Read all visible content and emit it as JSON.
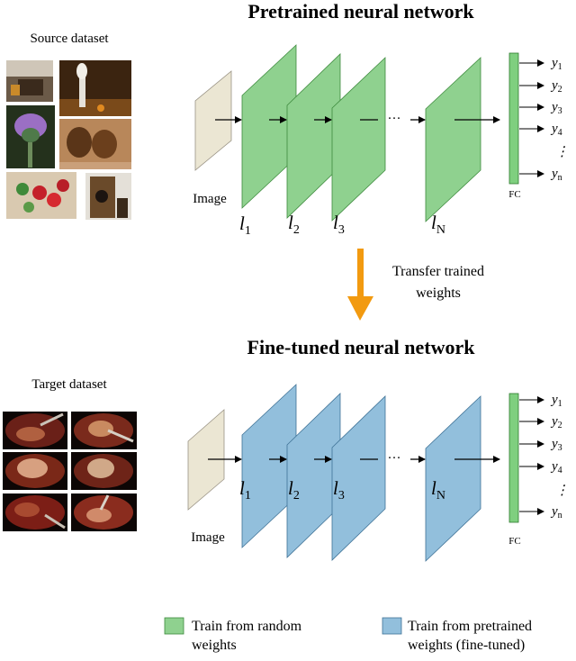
{
  "top": {
    "title": "Pretrained neural network",
    "dataset_label": "Source dataset",
    "image_label": "Image",
    "fc_label": "FC",
    "ellipsis": "···"
  },
  "bottom": {
    "title": "Fine-tuned neural network",
    "dataset_label": "Target dataset",
    "image_label": "Image",
    "fc_label": "FC",
    "ellipsis": "···"
  },
  "layers": [
    {
      "base": "l",
      "sub": "1"
    },
    {
      "base": "l",
      "sub": "2"
    },
    {
      "base": "l",
      "sub": "3"
    },
    {
      "base": "l",
      "sub": "N"
    }
  ],
  "outputs": [
    {
      "base": "y",
      "sub": "1"
    },
    {
      "base": "y",
      "sub": "2"
    },
    {
      "base": "y",
      "sub": "3"
    },
    {
      "base": "y",
      "sub": "4"
    },
    {
      "base": "⋮",
      "sub": ""
    },
    {
      "base": "y",
      "sub": "n"
    }
  ],
  "transfer": {
    "line1": "Transfer trained",
    "line2": "weights"
  },
  "legend": {
    "random_line1": "Train from random",
    "random_line2": "weights",
    "pretrained_line1": "Train from pretrained",
    "pretrained_line2": "weights (fine-tuned)"
  },
  "colors": {
    "green_layer": "#8fd18f",
    "blue_layer": "#92bfdc",
    "image_layer": "#ebe6d3",
    "fc_bar": "#7fcf7f",
    "arrow_orange": "#f29a10"
  }
}
